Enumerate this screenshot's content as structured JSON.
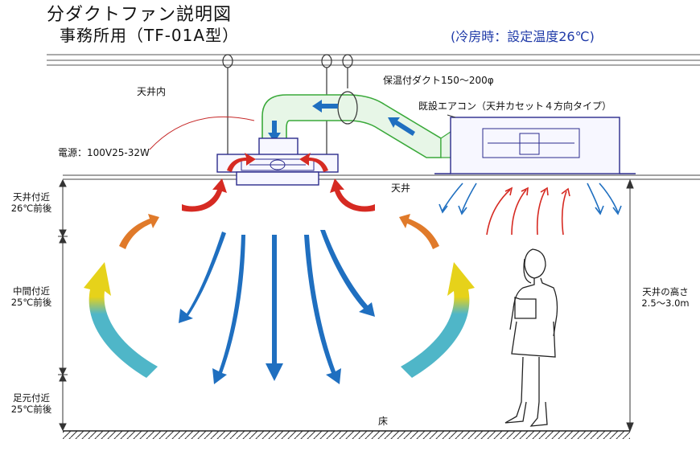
{
  "title": {
    "line1": "分ダクトファン説明図",
    "line2": "事務所用（TF-01A型）"
  },
  "condition": "(冷房時：設定温度26℃)",
  "labels": {
    "ceiling_space": "天井内",
    "duct": "保温付ダクト150～200φ",
    "existing_ac": "既設エアコン（天井カセット４方向タイプ）",
    "power": "電源：100V25-32W",
    "ceiling": "天井",
    "floor": "床"
  },
  "zones": {
    "top": [
      "天井付近",
      "26℃前後"
    ],
    "middle": [
      "中間付近",
      "25℃前後"
    ],
    "bottom": [
      "足元付近",
      "25℃前後"
    ]
  },
  "ceiling_height": [
    "天井の高さ",
    "2.5～3.0m"
  ],
  "colors": {
    "duct": "#3aa93a",
    "blue_arrow": "#1f6fc0",
    "warm_arrow": "#d62a22",
    "orange_arrow": "#e07a2a",
    "yellow_arrow": "#e6d21a",
    "cyan_arrow": "#4fb6c8",
    "cable": "#c62828",
    "condition_text": "#1f3aa8"
  }
}
